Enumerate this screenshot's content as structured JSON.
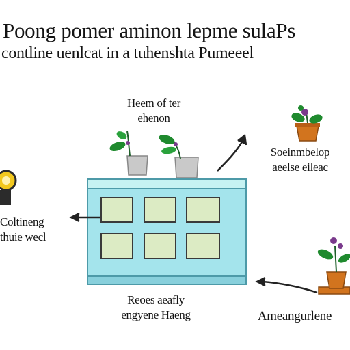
{
  "title": {
    "line1": "Poong pomer aminon lepme sulaPs",
    "line2": "contline uenlcat in a tuhenshta Pumeeel"
  },
  "labels": {
    "top_center": [
      "Heem of ter",
      "ehenon"
    ],
    "top_right": [
      "Soeinmbelop",
      "aeelse eileac"
    ],
    "left": [
      "Coltineng",
      "thuie wecl"
    ],
    "bottom_center": [
      "Reoes aeafly",
      "engyene Haeng"
    ],
    "bottom_right": "Ameangurlene"
  },
  "colors": {
    "building_wall": "#a4e4ec",
    "roof": "#c6f2f2",
    "window_fill": "#dcebc4",
    "pot": "#d2741e",
    "leaf": "#1f8a2e",
    "flower": "#7a3a8c",
    "bulb": "#f2c81e"
  },
  "icons": [
    "light-bulb-icon",
    "plant-pot-icon",
    "arrow-icon"
  ]
}
